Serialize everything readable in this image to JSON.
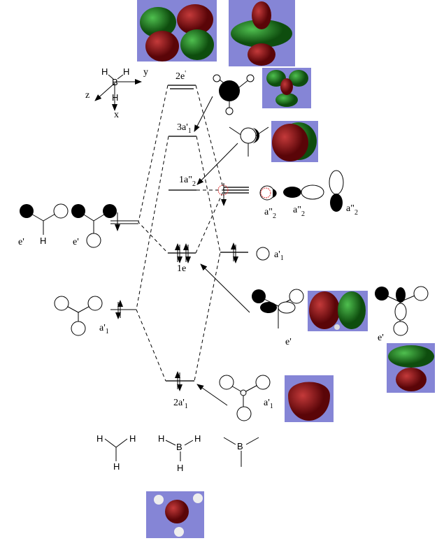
{
  "axes": {
    "x": "x",
    "y": "y",
    "z": "z",
    "atoms": [
      "H",
      "H",
      "B",
      "H"
    ]
  },
  "levels": {
    "e2": {
      "label": "2e",
      "prime": "'"
    },
    "a3": {
      "label": "3a'",
      "sub": "1"
    },
    "a2pp": {
      "label": "1a\"",
      "sub": "2"
    },
    "e1": {
      "label": "1e"
    },
    "a2": {
      "label": "2a'",
      "sub": "1"
    }
  },
  "fragment_labels": {
    "h3_e1": "e'",
    "h3_e1_atom": "H",
    "h3_e2": "e'",
    "h3_a1": "a'",
    "h3_a1_sub": "1",
    "b_a1": "a'",
    "b_a1_sub": "1",
    "b_a2pp": [
      "a\"",
      "a\"",
      "a\""
    ],
    "b_a2pp_sub": "2",
    "b_e1": "e'",
    "b_e2": "e'",
    "b_a1_low": "a'",
    "b_a1_low_sub": "1"
  },
  "structures": {
    "ch3": [
      "H",
      "H",
      "H"
    ],
    "bh3": [
      "H",
      "B",
      "H",
      "H"
    ],
    "b": "B"
  },
  "colors": {
    "box": "#8585d6",
    "lobe_red": "#8b0f12",
    "lobe_green": "#1f7a1f"
  }
}
